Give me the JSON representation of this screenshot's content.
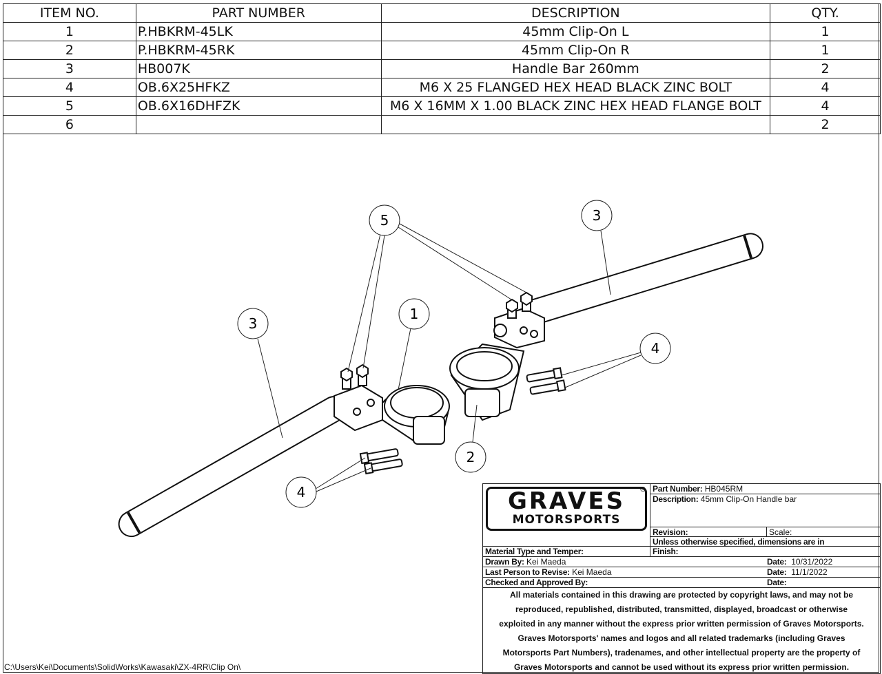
{
  "bom": {
    "headers": [
      "ITEM NO.",
      "PART NUMBER",
      "DESCRIPTION",
      "QTY."
    ],
    "rows": [
      {
        "item": "1",
        "part": "P.HBKRM-45LK",
        "desc": "45mm Clip-On L",
        "qty": "1"
      },
      {
        "item": "2",
        "part": "P.HBKRM-45RK",
        "desc": "45mm Clip-On R",
        "qty": "1"
      },
      {
        "item": "3",
        "part": "HB007K",
        "desc": "Handle Bar 260mm",
        "qty": "2"
      },
      {
        "item": "4",
        "part": "OB.6X25HFKZ",
        "desc": "M6 X 25 FLANGED HEX HEAD BLACK ZINC BOLT",
        "qty": "4"
      },
      {
        "item": "5",
        "part": "OB.6X16DHFZK",
        "desc": "M6 X 16MM X 1.00 BLACK ZINC HEX HEAD FLANGE BOLT",
        "qty": "4"
      },
      {
        "item": "6",
        "part": "",
        "desc": "",
        "qty": "2"
      }
    ]
  },
  "balloons": [
    "5",
    "3",
    "3",
    "1",
    "4",
    "2",
    "4"
  ],
  "title_block": {
    "logo": {
      "line1": "GRAVES",
      "line2": "MOTORSPORTS",
      "mark": "®"
    },
    "part_number_label": "Part Number:",
    "part_number": "HB045RM",
    "description_label": "Description:",
    "description": "45mm Clip-On Handle bar",
    "revision_label": "Revision:",
    "scale_label": "Scale:",
    "units_note": "Unless otherwise specified, dimensions are in",
    "material_label": "Material Type and Temper:",
    "finish_label": "Finish:",
    "drawn_by_label": "Drawn By:",
    "drawn_by": "Kei Maeda",
    "drawn_date_label": "Date:",
    "drawn_date": "10/31/2022",
    "revised_by_label": "Last Person to Revise:",
    "revised_by": "Kei Maeda",
    "revised_date_label": "Date:",
    "revised_date": "11/1/2022",
    "checked_label": "Checked and Approved By:",
    "checked_date_label": "Date:",
    "copyright": "All materials contained in this drawing are protected by copyright laws, and may not be reproduced, republished, distributed, transmitted, displayed, broadcast or otherwise exploited in any manner without the express prior written permission of Graves Motorsports. Graves Motorsports' names and logos and all related trademarks (including Graves Motorsports Part Numbers), tradenames, and other intellectual property are the property of Graves Motorsports and cannot be used without its express prior written permission."
  },
  "file_path": "C:\\Users\\Kei\\Documents\\SolidWorks\\Kawasaki\\ZX-4RR\\Clip On\\"
}
